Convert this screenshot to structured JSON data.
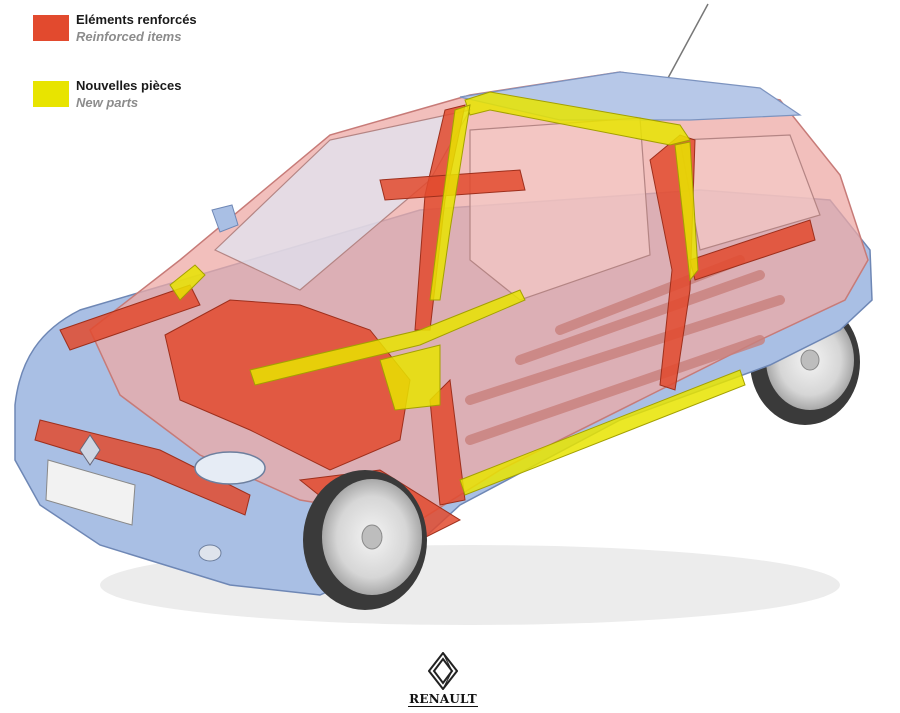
{
  "legend": {
    "items": [
      {
        "label": "Eléments renforcés",
        "sublabel": "Reinforced items",
        "color": "#e24a2e"
      },
      {
        "label": "Nouvelles pièces",
        "sublabel": "New parts",
        "color": "#e8e400"
      }
    ]
  },
  "brand": {
    "name": "RENAULT",
    "logo_icon": "renault-diamond-icon"
  },
  "colors": {
    "body_blue": "#a9bfe4",
    "shell_pink": "#eeaaa6",
    "reinforced": "#e24a2e",
    "new_parts": "#e8e400"
  }
}
